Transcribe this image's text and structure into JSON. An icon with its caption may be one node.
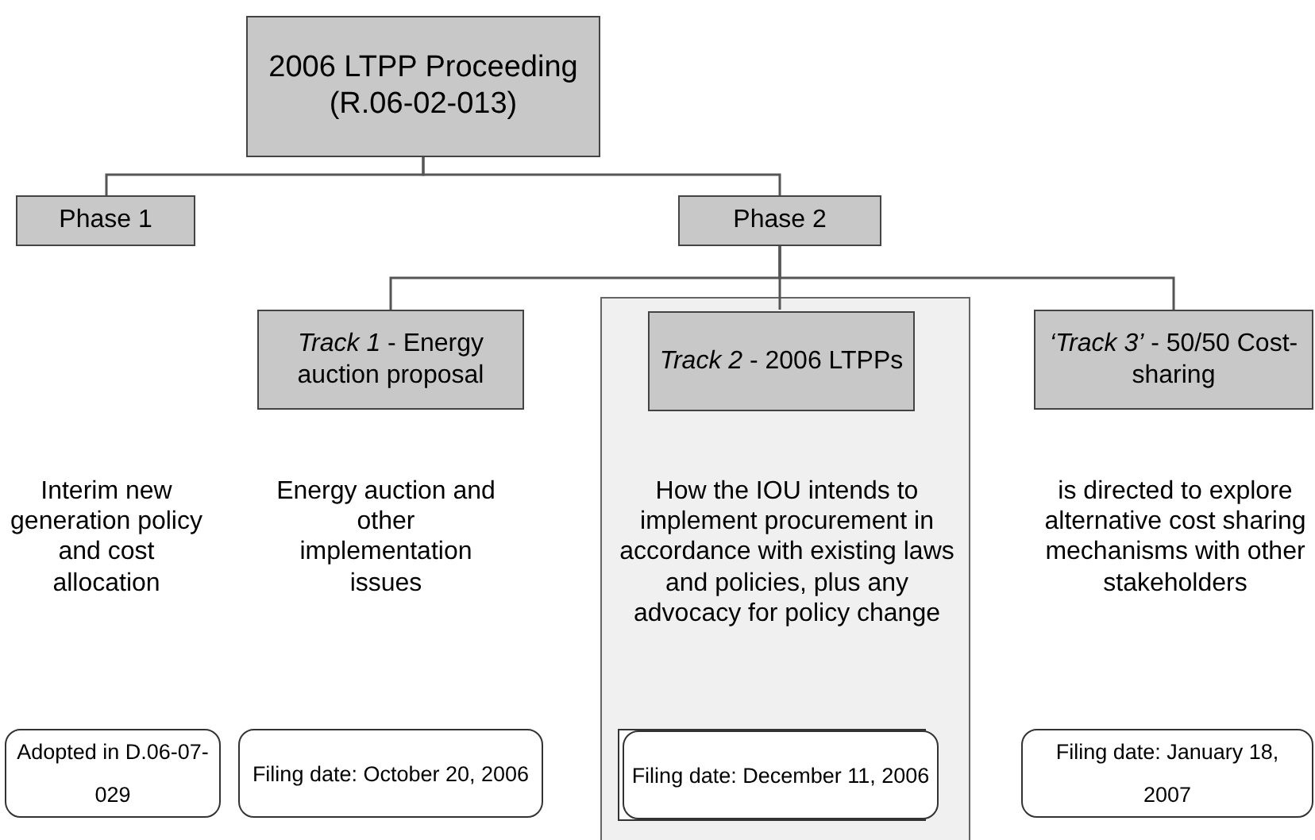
{
  "diagram": {
    "nodes": [
      {
        "text": [
          "2006 LTPP Proceeding (R.06-02-013)"
        ]
      },
      {
        "text": [
          "Phase 1"
        ]
      },
      {
        "text": [
          "Phase 2"
        ]
      },
      {
        "text": [
          "*Track 1* - Energy auction proposal"
        ]
      },
      {
        "text": [
          "How the IOU intends to implement procurement in accordance with existing laws and policies, plus any advocacy for policy change"
        ]
      },
      {
        "text": [
          "*Track 2* - 2006 LTPPs"
        ],
        "in": 4
      },
      {
        "text": [
          "*‘Track 3’* - 50/50 Cost-sharing"
        ]
      },
      {
        "text": [
          "Adopted in D.06-07-029"
        ]
      },
      {
        "text": [
          "Filing date: October 20, 2006"
        ]
      },
      {
        "text": [
          "Filing date: December 11, 2006"
        ],
        "in": 4
      },
      {
        "text": [
          "Filing date: January 18, 2007"
        ]
      }
    ],
    "edges": [
      {
        "from": 0,
        "to": 1,
        "arrow": "none"
      },
      {
        "from": 0,
        "to": 2,
        "arrow": "none"
      },
      {
        "from": 2,
        "to": 3,
        "arrow": "none"
      },
      {
        "from": 2,
        "to": 5,
        "arrow": "none"
      },
      {
        "from": 2,
        "to": 6,
        "arrow": "none"
      }
    ],
    "labels": [
      "Interim new generation policy and cost allocation",
      "Energy auction and other implementation issues",
      "is directed to explore alternative cost sharing mechanisms with other stakeholders"
    ]
  }
}
